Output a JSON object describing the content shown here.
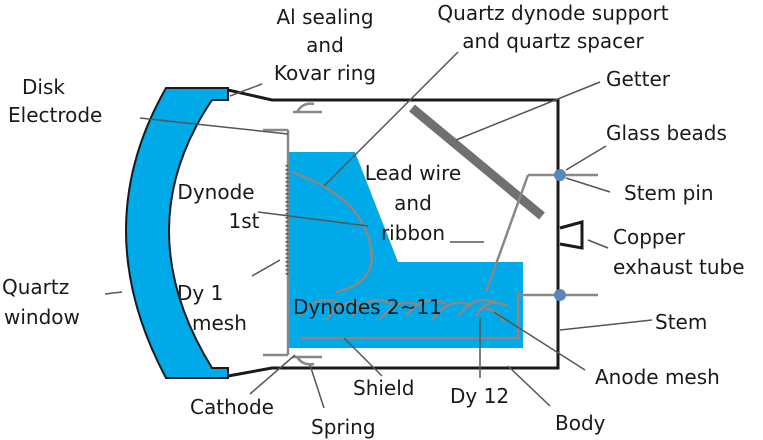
{
  "labels": {
    "al_sealing_1": "Al sealing",
    "al_sealing_2": "and",
    "al_sealing_3": "Kovar ring",
    "quartz_support_1": "Quartz dynode support",
    "quartz_support_2": "and quartz spacer",
    "disk_electrode_1": "Disk",
    "disk_electrode_2": "Electrode",
    "getter": "Getter",
    "glass_beads": "Glass beads",
    "stem_pin": "Stem pin",
    "dynode_1st_1": "Dynode",
    "dynode_1st_2": "1st",
    "lead_wire_1": "Lead wire",
    "lead_wire_2": "and",
    "lead_wire_3": "ribbon",
    "copper_exhaust_1": "Copper",
    "copper_exhaust_2": "exhaust tube",
    "quartz_window_1": "Quartz",
    "quartz_window_2": "window",
    "dy1_mesh_1": "Dy 1",
    "dy1_mesh_2": "mesh",
    "dynodes_2_11": "Dynodes 2~11",
    "stem": "Stem",
    "shield": "Shield",
    "dy12": "Dy 12",
    "anode_mesh": "Anode mesh",
    "cathode": "Cathode",
    "spring": "Spring",
    "body": "Body"
  },
  "colors": {
    "quartz_blue": "#00a9e8",
    "outline": "#1a1a1a",
    "electrode_gray": "#888888",
    "getter_gray": "#707070",
    "bead_blue": "#5b86b8"
  }
}
